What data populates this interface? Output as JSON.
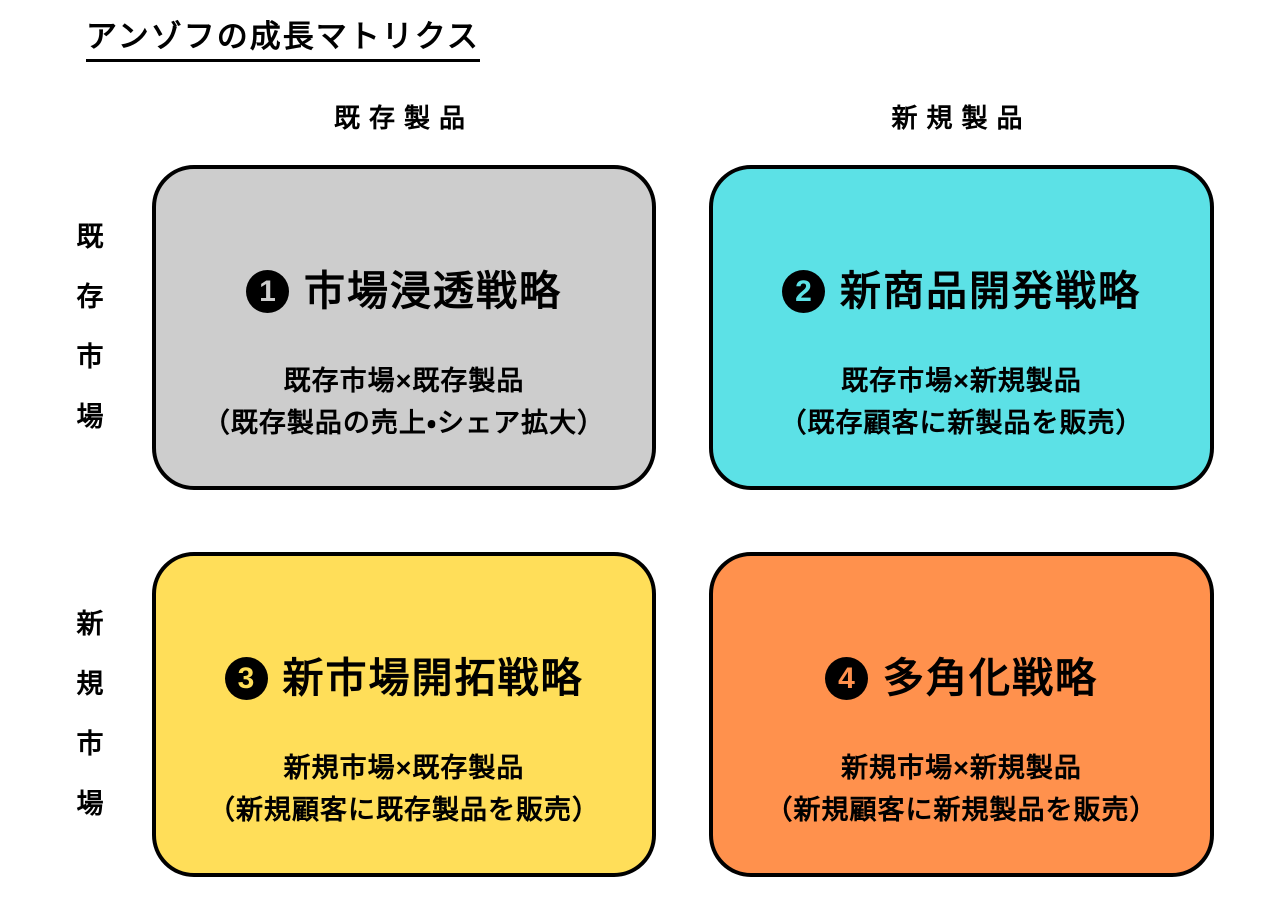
{
  "title": "アンゾフの成長マトリクス",
  "columns": [
    {
      "label": "既存製品"
    },
    {
      "label": "新規製品"
    }
  ],
  "rows": [
    {
      "label": "既存市場"
    },
    {
      "label": "新規市場"
    }
  ],
  "colors": {
    "background": "#ffffff",
    "text": "#000000",
    "box_border": "#000000",
    "gray": "#cdcdcd",
    "cyan": "#5ce1e6",
    "yellow": "#ffde59",
    "orange": "#ff914d"
  },
  "quadrants": [
    {
      "number": "1",
      "title": "市場浸透戦略",
      "formula": "既存市場×既存製品",
      "description": "（既存製品の売上・シェア拡大）",
      "color": "#cdcdcd"
    },
    {
      "number": "2",
      "title": "新商品開発戦略",
      "formula": "既存市場×新規製品",
      "description": "（既存顧客に新製品を販売）",
      "color": "#5ce1e6"
    },
    {
      "number": "3",
      "title": "新市場開拓戦略",
      "formula": "新規市場×既存製品",
      "description": "（新規顧客に既存製品を販売）",
      "color": "#ffde59"
    },
    {
      "number": "4",
      "title": "多角化戦略",
      "formula": "新規市場×新規製品",
      "description": "（新規顧客に新規製品を販売）",
      "color": "#ff914d"
    }
  ]
}
